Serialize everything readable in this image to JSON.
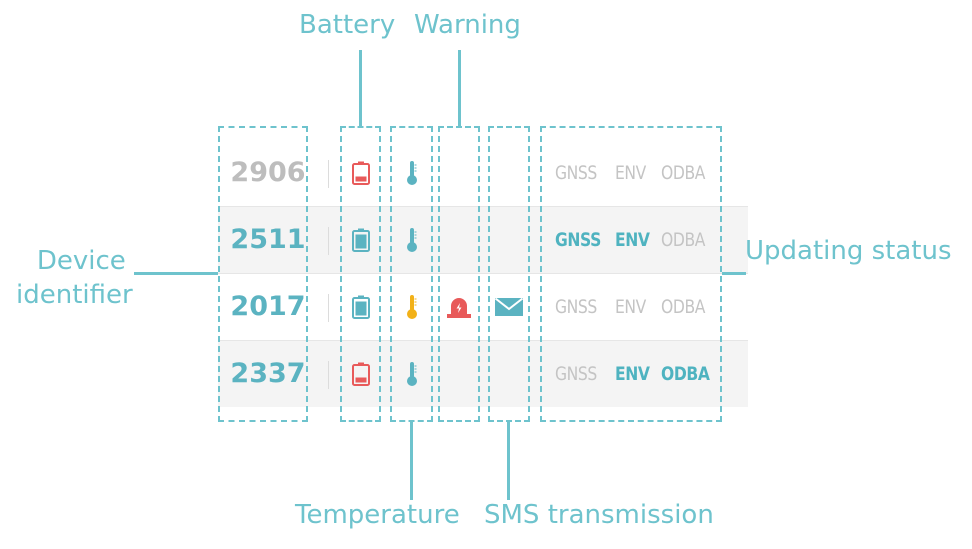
{
  "colors": {
    "accent": "#6ec3cd",
    "id_inactive": "#bdbdbd",
    "id_active": "#5bb3c1",
    "status_on": "#4fb3c0",
    "status_off": "#c4c4c4",
    "battery_low": "#e85a5a",
    "battery_ok": "#5bb3c1",
    "temp_normal": "#5bb3c1",
    "temp_warn": "#f2b118",
    "warning": "#e85a5a",
    "sms": "#5bb3c1"
  },
  "labels": {
    "battery": "Battery",
    "warning": "Warning",
    "device_identifier_line1": "Device",
    "device_identifier_line2": "identifier",
    "updating_status": "Updating status",
    "temperature": "Temperature",
    "sms_transmission": "SMS transmission"
  },
  "status_names": [
    "GNSS",
    "ENV",
    "ODBA"
  ],
  "devices": [
    {
      "id": "2906",
      "id_state": "inactive",
      "battery": "low",
      "temperature": "normal",
      "warning": false,
      "sms": false,
      "status": {
        "GNSS": false,
        "ENV": false,
        "ODBA": false
      }
    },
    {
      "id": "2511",
      "id_state": "active",
      "battery": "ok",
      "temperature": "normal",
      "warning": false,
      "sms": false,
      "status": {
        "GNSS": true,
        "ENV": true,
        "ODBA": false
      }
    },
    {
      "id": "2017",
      "id_state": "active",
      "battery": "ok",
      "temperature": "warn",
      "warning": true,
      "sms": true,
      "status": {
        "GNSS": false,
        "ENV": false,
        "ODBA": false
      }
    },
    {
      "id": "2337",
      "id_state": "active",
      "battery": "low",
      "temperature": "normal",
      "warning": false,
      "sms": false,
      "status": {
        "GNSS": false,
        "ENV": true,
        "ODBA": true
      }
    }
  ],
  "icons": {
    "battery": "battery-icon",
    "temperature": "thermometer-icon",
    "warning": "alarm-light-icon",
    "sms": "envelope-icon"
  }
}
